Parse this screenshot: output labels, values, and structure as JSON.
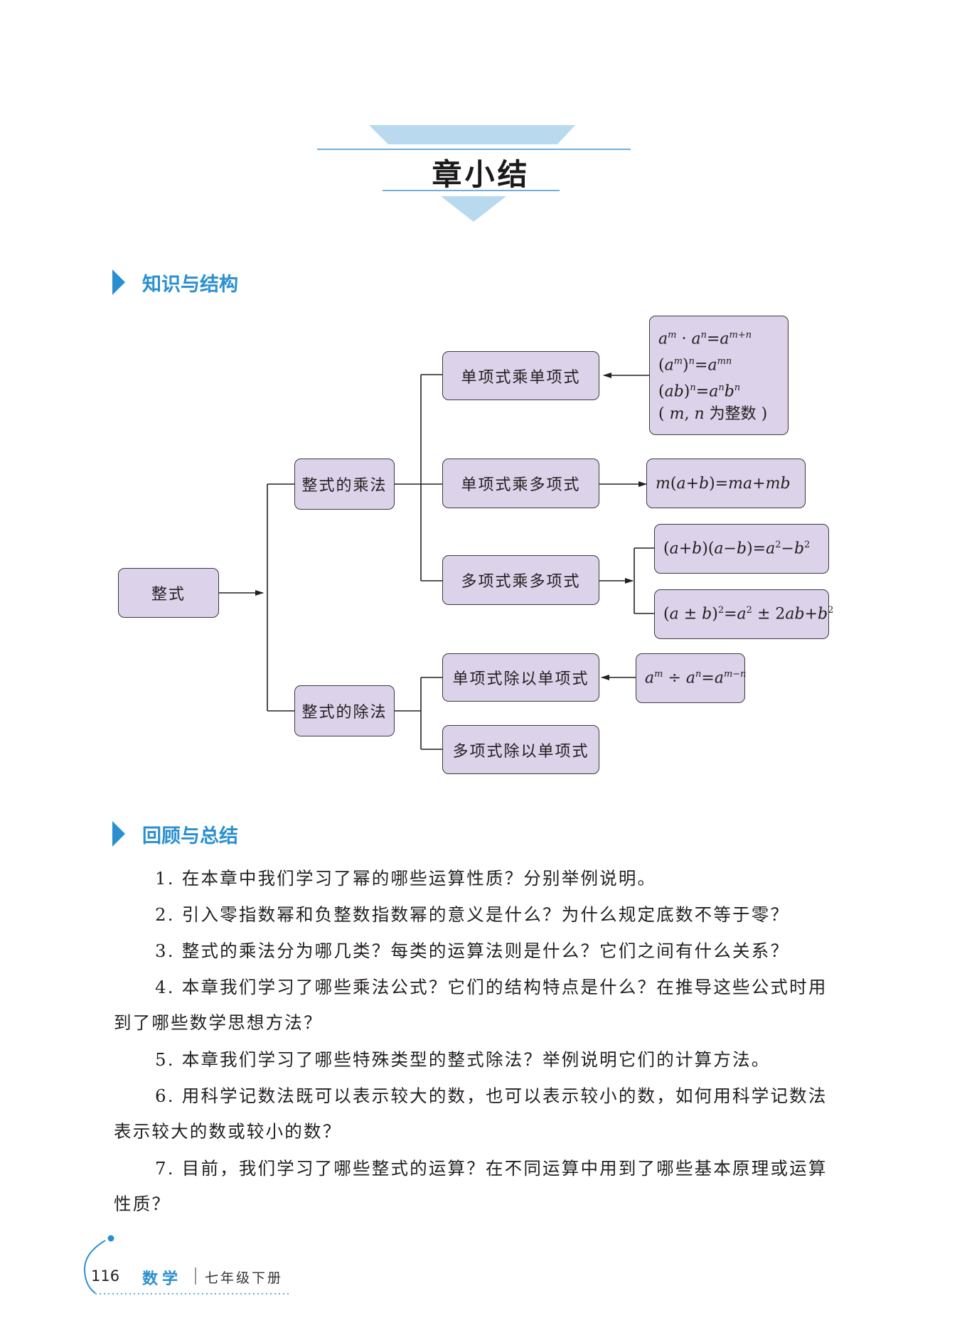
{
  "chapter_title": "章小结",
  "sections": {
    "structure": "知识与结构",
    "review": "回顾与总结"
  },
  "diagram": {
    "root": "整式",
    "multiplication": "整式的乘法",
    "division": "整式的除法",
    "mono_mono": "单项式乘单项式",
    "mono_poly": "单项式乘多项式",
    "poly_poly": "多项式乘多项式",
    "mono_div_mono": "单项式除以单项式",
    "poly_div_mono": "多项式除以单项式",
    "formulas": {
      "power_product": "a^m · a^n = a^(m+n)",
      "power_of_power": "(a^m)^n = a^(mn)",
      "power_of_product": "(ab)^n = a^n b^n",
      "integer_condition": "( m, n 为整数 )",
      "distributive": "m(a+b)=ma+mb",
      "difference_of_squares": "(a+b)(a−b)=a²−b²",
      "perfect_square": "(a ± b)²=a² ± 2ab+b²",
      "power_quotient": "a^m ÷ a^n = a^(m−n)"
    },
    "integer_condition_text": "为整数"
  },
  "questions": [
    "1. 在本章中我们学习了幂的哪些运算性质？分别举例说明。",
    "2. 引入零指数幂和负整数指数幂的意义是什么？为什么规定底数不等于零？",
    "3. 整式的乘法分为哪几类？每类的运算法则是什么？它们之间有什么关系？",
    "4. 本章我们学习了哪些乘法公式？它们的结构特点是什么？在推导这些公式时用到了哪些数学思想方法？",
    "5. 本章我们学习了哪些特殊类型的整式除法？举例说明它们的计算方法。",
    "6. 用科学记数法既可以表示较大的数，也可以表示较小的数，如何用科学记数法表示较大的数或较小的数？",
    "7. 目前，我们学习了哪些整式的运算？在不同运算中用到了哪些基本原理或运算性质？"
  ],
  "footer": {
    "page_number": "116",
    "subject": "数学",
    "grade": "七年级下册"
  },
  "colors": {
    "accent_blue": "#2a8fd0",
    "banner_blue": "#b9d9ef",
    "node_fill": "#dcd2ea",
    "node_border": "#3a3a3a"
  }
}
